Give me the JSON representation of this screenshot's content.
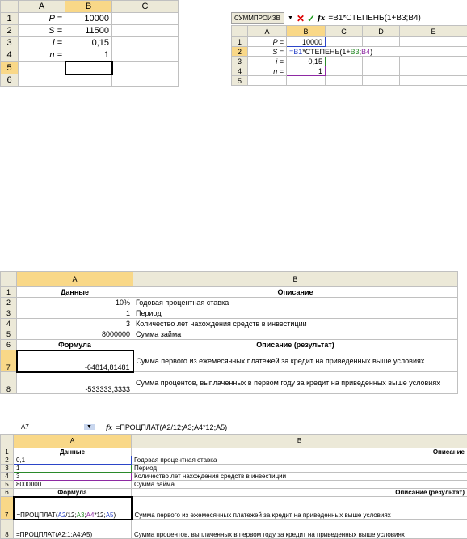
{
  "sheet1": {
    "columns": [
      "A",
      "B",
      "C"
    ],
    "rows": [
      {
        "n": "1",
        "a": "P =",
        "b": "10000"
      },
      {
        "n": "2",
        "a": "S =",
        "b": "11500"
      },
      {
        "n": "3",
        "a": "i =",
        "b": "0,15"
      },
      {
        "n": "4",
        "a": "n =",
        "b": "1"
      },
      {
        "n": "5",
        "a": "",
        "b": ""
      },
      {
        "n": "6",
        "a": "",
        "b": ""
      }
    ]
  },
  "sheet2": {
    "name_box": "СУММПРОИЗВ",
    "formula": "=B1*СТЕПЕНЬ(1+B3;B4)",
    "columns": [
      "A",
      "B",
      "C",
      "D",
      "E"
    ],
    "rows": [
      {
        "n": "1",
        "a": "P =",
        "b": "10000"
      },
      {
        "n": "2",
        "a": "S =",
        "b_parts": [
          "=B1",
          "*СТЕПЕНЬ(1+",
          "B3",
          ";",
          "B4",
          ")"
        ]
      },
      {
        "n": "3",
        "a": "i =",
        "b": "0,15"
      },
      {
        "n": "4",
        "a": "n =",
        "b": "1"
      },
      {
        "n": "5",
        "a": "",
        "b": ""
      }
    ]
  },
  "sheet3": {
    "columns": [
      "A",
      "B"
    ],
    "rows": [
      {
        "n": "1",
        "a": "Данные",
        "b": "Описание"
      },
      {
        "n": "2",
        "a": "10%",
        "b": "Годовая процентная ставка"
      },
      {
        "n": "3",
        "a": "1",
        "b": "Период"
      },
      {
        "n": "4",
        "a": "3",
        "b": "Количество лет нахождения средств в инвестиции"
      },
      {
        "n": "5",
        "a": "8000000",
        "b": "Сумма займа"
      },
      {
        "n": "6",
        "a": "Формула",
        "b": "Описание (результат)"
      },
      {
        "n": "7",
        "a": "-64814,81481",
        "b": "Сумма первого из ежемесячных платежей за кредит на приведенных выше условиях"
      },
      {
        "n": "8",
        "a": "-533333,3333",
        "b": "Сумма процентов, выплаченных в первом году за кредит на приведенных выше условиях"
      }
    ]
  },
  "sheet4": {
    "name_box": "A7",
    "formula": "=ПРОЦПЛАТ(A2/12;A3;A4*12;A5)",
    "columns": [
      "A",
      "B"
    ],
    "rows": [
      {
        "n": "1",
        "a": "Данные",
        "b": "Описание"
      },
      {
        "n": "2",
        "a": "0,1",
        "b": "Годовая процентная ставка"
      },
      {
        "n": "3",
        "a": "1",
        "b": "Период"
      },
      {
        "n": "4",
        "a": "3",
        "b": "Количество лет нахождения средств в инвестиции"
      },
      {
        "n": "5",
        "a": "8000000",
        "b": "Сумма займа"
      },
      {
        "n": "6",
        "a": "Формула",
        "b": "Описание (результат)"
      },
      {
        "n": "7",
        "a_parts": [
          "=ПРОЦПЛАТ(",
          "A2",
          "/12;",
          "A3",
          ";",
          "A4",
          "*12;",
          "A5",
          ")"
        ],
        "b": "Сумма первого из ежемесячных платежей за кредит на приведенных выше условиях"
      },
      {
        "n": "8",
        "a": "=ПРОЦПЛАТ(A2;1;A4;A5)",
        "b": "Сумма процентов, выплаченных в первом году за кредит на приведенных выше условиях"
      }
    ]
  },
  "colors": {
    "header_bg": "#ece9d8",
    "selected_header": "#f9d888",
    "ref_blue": "#2b45c8",
    "ref_green": "#2a8a2a",
    "ref_purple": "#8e2aa3"
  }
}
